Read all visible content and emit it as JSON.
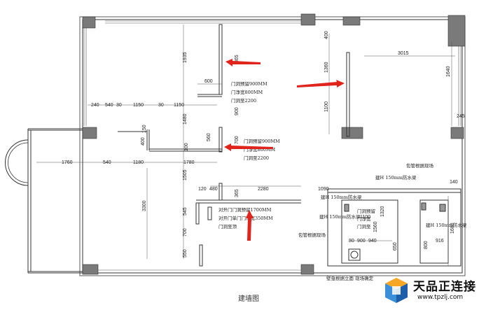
{
  "caption": "建墙图",
  "brand": {
    "name": "天品正连接",
    "url": "www.tpzlj.com"
  },
  "dims": {
    "d600": "600",
    "d1935": "1935",
    "d1480": "1480",
    "d900a": "900",
    "d1505": "1505",
    "d3300": "3300",
    "d545": "545",
    "d700a": "700",
    "d550": "550",
    "d240": "240",
    "d540a": "540",
    "d30a": "30",
    "d1150a": "1150",
    "d30b": "30",
    "d1150b": "1150",
    "d1760": "1760",
    "d540b": "540",
    "d1180": "1180",
    "d1780": "1780",
    "d560": "560",
    "d400a": "400",
    "d150": "150",
    "d100": "100",
    "d120": "120",
    "d480": "480",
    "d2280": "2280",
    "d1090": "1090",
    "d1100a": "1100",
    "d900b": "900",
    "d940": "940",
    "d80": "80",
    "d916": "916",
    "d650": "650",
    "d800": "800",
    "d1680": "1680",
    "d245": "245",
    "d140": "140",
    "d400b": "400",
    "d1360": "1360",
    "d1100b": "1100",
    "d3015": "3015",
    "d1640": "1640",
    "d365a": "365",
    "d365b": "365",
    "d700b": "700",
    "d1560": "1560",
    "d1320": "1320"
  },
  "notes": {
    "n1a": "门洞预留900MM",
    "n1b": "门净宽800MM",
    "n1c": "门洞至2200",
    "n2a": "门洞预留900MM",
    "n2b": "门净宽800MM",
    "n2c": "门洞至2200",
    "n3a": "对开门门洞预留1700MM",
    "n3b": "对开门单门门净宽350MM",
    "n3c": "门洞至顶",
    "n4": "包管根据现场",
    "n5": "建H 150mm防水梁",
    "n6": "建H 150mm防水梁",
    "n7": "建H 150mm防水梁",
    "n8": "建H 150mm防水梁",
    "n9": "包管根据现场",
    "n10a": "门洞预留",
    "n10b": "门净宽",
    "n10c": "门洞至",
    "n11": "壁龛根据立面  现场确定"
  },
  "colors": {
    "arrow": "#e0241c",
    "pillar": "#7a7a7a",
    "wall": "#333333"
  }
}
